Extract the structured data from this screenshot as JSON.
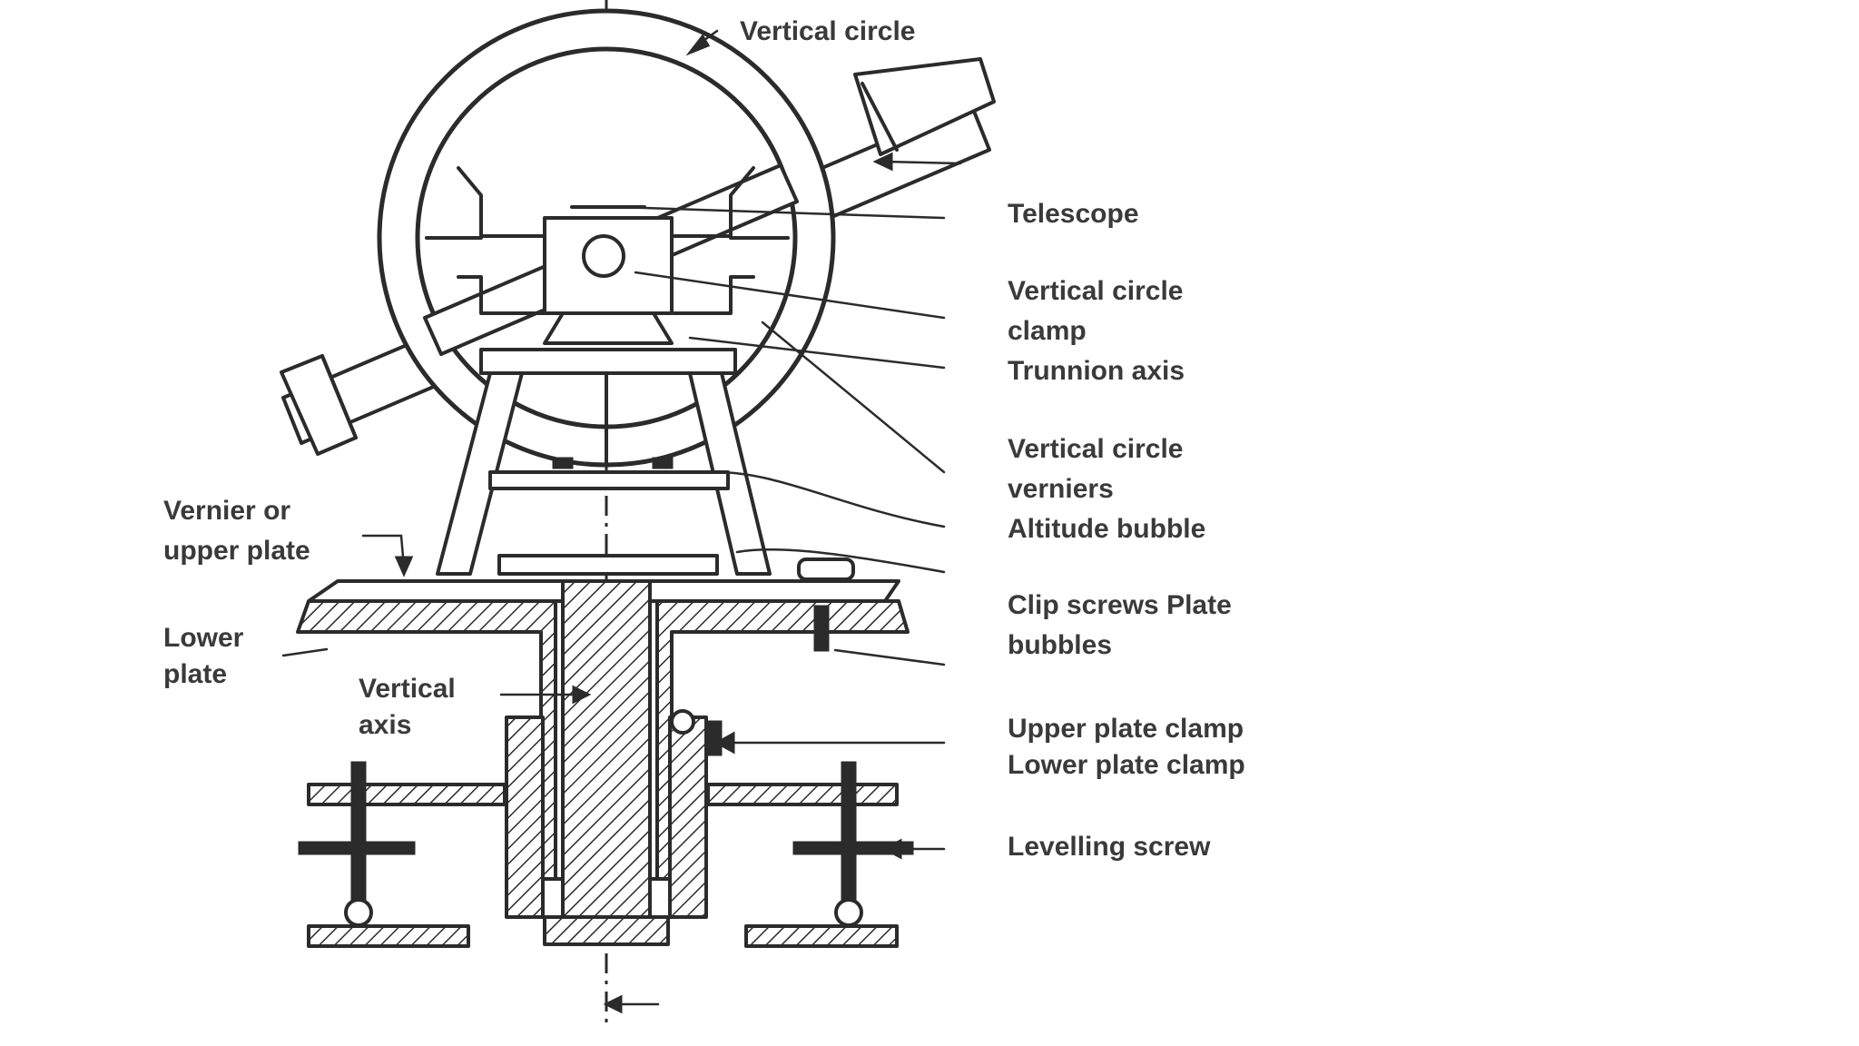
{
  "labels": {
    "vertical_circle": "Vertical circle",
    "telescope": "Telescope",
    "vertical_circle_clamp_1": "Vertical circle",
    "vertical_circle_clamp_2": "clamp",
    "trunnion_axis": "Trunnion axis",
    "vertical_circle_verniers_1": "Vertical circle",
    "vertical_circle_verniers_2": "verniers",
    "altitude_bubble": "Altitude bubble",
    "clip_screws_1": "Clip screws Plate",
    "clip_screws_2": "bubbles",
    "upper_plate_clamp": "Upper plate clamp",
    "lower_plate_clamp": "Lower plate clamp",
    "levelling_screw": "Levelling screw",
    "vernier_plate_1": "Vernier or",
    "vernier_plate_2": "upper plate",
    "lower_plate_1": "Lower",
    "lower_plate_2": "plate",
    "vertical_axis_1": "Vertical",
    "vertical_axis_2": "axis"
  }
}
